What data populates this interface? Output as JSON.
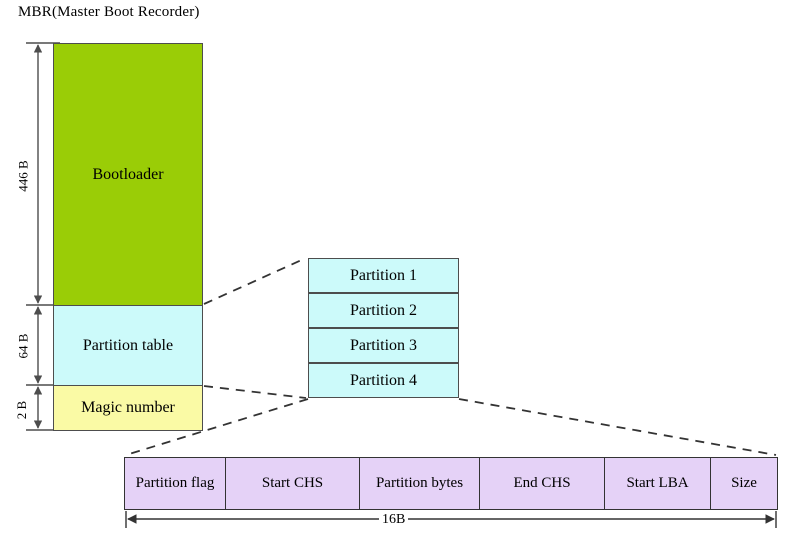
{
  "diagram": {
    "title": "MBR(Master Boot Recorder)",
    "background_color": "#FFFFFF",
    "line_color": "#4D4D4D"
  },
  "mbr": {
    "blocks": [
      {
        "label": "Bootloader",
        "size_label": "446 B",
        "color": "#9ACD06"
      },
      {
        "label": "Partition table",
        "size_label": "64 B",
        "color": "#CCFAFA"
      },
      {
        "label": "Magic number",
        "size_label": "2 B",
        "color": "#FAFAA5"
      }
    ]
  },
  "partition_table": {
    "entries": [
      {
        "label": "Partition 1"
      },
      {
        "label": "Partition 2"
      },
      {
        "label": "Partition 3"
      },
      {
        "label": "Partition 4"
      }
    ],
    "color": "#CCFAFA"
  },
  "partition_entry": {
    "total_size_label": "16B",
    "color": "#E5D2F7",
    "fields": [
      {
        "label": "Partition flag"
      },
      {
        "label": "Start CHS"
      },
      {
        "label": "Partition bytes"
      },
      {
        "label": "End CHS"
      },
      {
        "label": "Start LBA"
      },
      {
        "label": "Size"
      }
    ]
  }
}
